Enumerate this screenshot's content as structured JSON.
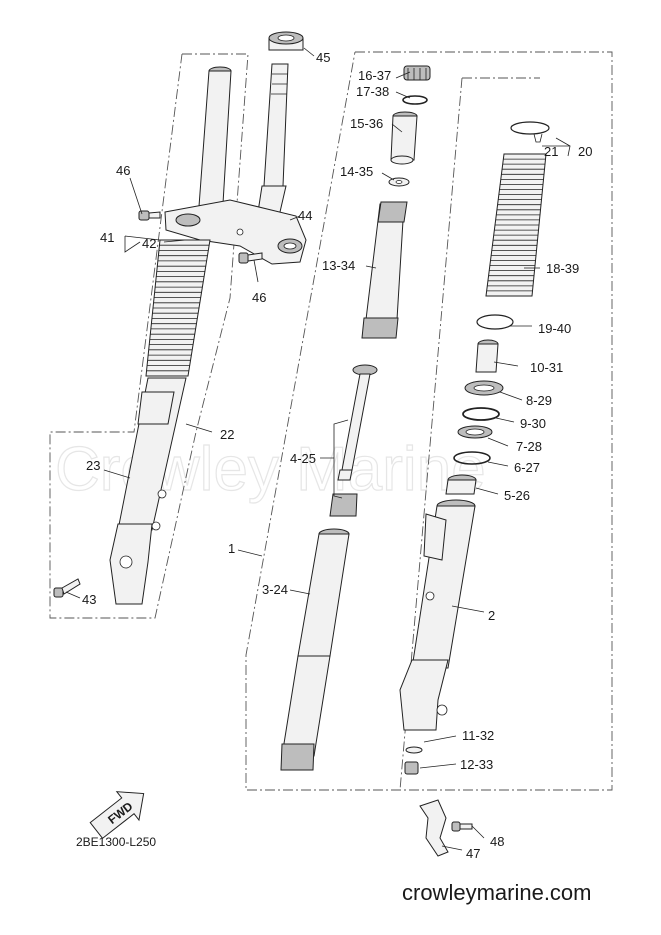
{
  "watermark": "Crowley Marine",
  "diagram_code": "2BE1300-L250",
  "fwd_label": "FWD",
  "brand": "crowleymarine.com",
  "callouts": {
    "c45": "45",
    "c16_37": "16-37",
    "c17_38": "17-38",
    "c15_36": "15-36",
    "c14_35": "14-35",
    "c13_34": "13-34",
    "c46a": "46",
    "c44": "44",
    "c41": "41",
    "c42": "42",
    "c46b": "46",
    "c21": "21",
    "c20": "20",
    "c18_39": "18-39",
    "c19_40": "19-40",
    "c10_31": "10-31",
    "c8_29": "8-29",
    "c9_30": "9-30",
    "c7_28": "7-28",
    "c6_27": "6-27",
    "c5_26": "5-26",
    "c22": "22",
    "c4_25": "4-25",
    "c23": "23",
    "c1": "1",
    "c3_24": "3-24",
    "c2": "2",
    "c43": "43",
    "c11_32": "11-32",
    "c12_33": "12-33",
    "c48": "48",
    "c47": "47"
  }
}
